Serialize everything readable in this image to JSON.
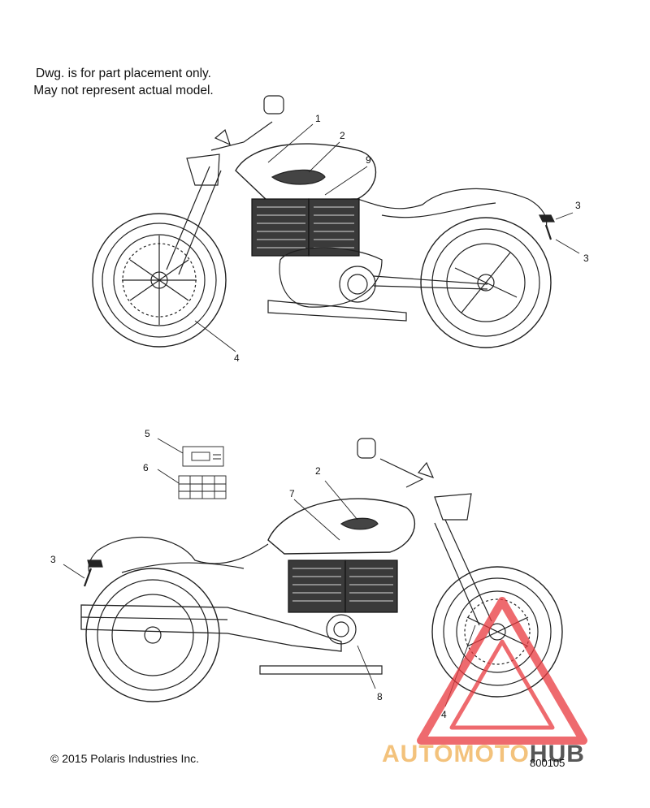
{
  "note": {
    "line1": "Dwg. is for part placement only.",
    "line2": "May not represent actual model."
  },
  "callouts": {
    "top": [
      "1",
      "2",
      "9",
      "3",
      "3",
      "4"
    ],
    "bottom": [
      "5",
      "6",
      "3",
      "7",
      "2",
      "8",
      "4"
    ]
  },
  "footer": {
    "copyright": "© 2015 Polaris Industries Inc.",
    "figure_number": "800105"
  },
  "watermark": {
    "part1": "AUTOMOTO",
    "part2": "HUB",
    "color_main": "#f3c27c",
    "color_hub": "#575757",
    "triangle_color": "#e8383d"
  }
}
